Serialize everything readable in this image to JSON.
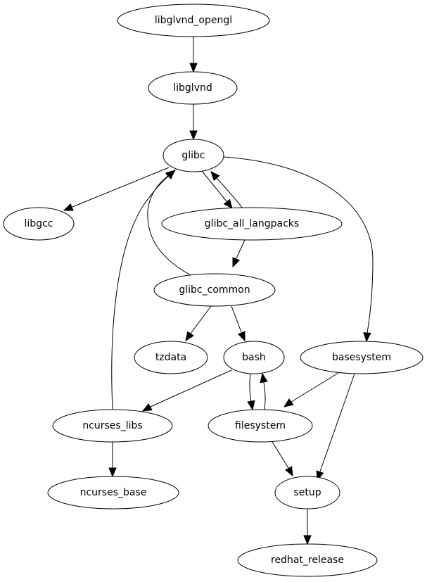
{
  "diagram": {
    "type": "directed-graph",
    "nodes": [
      {
        "id": "libglvnd_opengl",
        "label": "libglvnd_opengl"
      },
      {
        "id": "libglvnd",
        "label": "libglvnd"
      },
      {
        "id": "glibc",
        "label": "glibc"
      },
      {
        "id": "libgcc",
        "label": "libgcc"
      },
      {
        "id": "glibc_all_langpacks",
        "label": "glibc_all_langpacks"
      },
      {
        "id": "glibc_common",
        "label": "glibc_common"
      },
      {
        "id": "tzdata",
        "label": "tzdata"
      },
      {
        "id": "bash",
        "label": "bash"
      },
      {
        "id": "basesystem",
        "label": "basesystem"
      },
      {
        "id": "ncurses_libs",
        "label": "ncurses_libs"
      },
      {
        "id": "filesystem",
        "label": "filesystem"
      },
      {
        "id": "ncurses_base",
        "label": "ncurses_base"
      },
      {
        "id": "setup",
        "label": "setup"
      },
      {
        "id": "redhat_release",
        "label": "redhat_release"
      }
    ],
    "edges": [
      {
        "from": "libglvnd_opengl",
        "to": "libglvnd"
      },
      {
        "from": "libglvnd",
        "to": "glibc"
      },
      {
        "from": "glibc",
        "to": "libgcc"
      },
      {
        "from": "glibc",
        "to": "glibc_all_langpacks"
      },
      {
        "from": "glibc_all_langpacks",
        "to": "glibc"
      },
      {
        "from": "glibc",
        "to": "basesystem"
      },
      {
        "from": "glibc_all_langpacks",
        "to": "glibc_common"
      },
      {
        "from": "glibc_common",
        "to": "glibc"
      },
      {
        "from": "ncurses_libs",
        "to": "glibc"
      },
      {
        "from": "glibc_common",
        "to": "tzdata"
      },
      {
        "from": "glibc_common",
        "to": "bash"
      },
      {
        "from": "bash",
        "to": "ncurses_libs"
      },
      {
        "from": "bash",
        "to": "filesystem"
      },
      {
        "from": "filesystem",
        "to": "bash"
      },
      {
        "from": "basesystem",
        "to": "filesystem"
      },
      {
        "from": "basesystem",
        "to": "setup"
      },
      {
        "from": "ncurses_libs",
        "to": "ncurses_base"
      },
      {
        "from": "filesystem",
        "to": "setup"
      },
      {
        "from": "setup",
        "to": "redhat_release"
      }
    ]
  }
}
